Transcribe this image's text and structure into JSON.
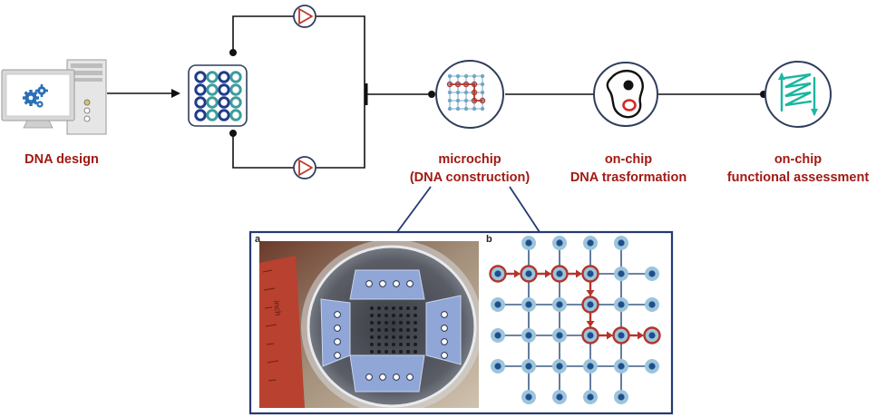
{
  "labels": {
    "dna_design": "DNA design",
    "microchip_line1": "microchip",
    "microchip_line2": "(DNA construction)",
    "transformation_line1": "on-chip",
    "transformation_line2": "DNA trasformation",
    "assessment_line1": "on-chip",
    "assessment_line2": "functional assessment"
  },
  "panels": {
    "a": "a",
    "b": "b",
    "ruler_unit": "inch"
  },
  "colors": {
    "label_red": "#a11a14",
    "line": "#111111",
    "node_outline": "#2f3e5c",
    "well_blue": "#1f3c8a",
    "well_teal": "#3f9c9c",
    "grid_node": "#6fa7c7",
    "grid_path": "#b3352b",
    "inset_border": "#243a73",
    "gear_blue": "#2a6fb8",
    "helix_teal": "#1bb6a0"
  },
  "icons": [
    "computer-icon",
    "gear-icon",
    "well-plate-icon",
    "pump-icon",
    "microchip-icon",
    "cell-icon",
    "circuit-helix-icon"
  ]
}
